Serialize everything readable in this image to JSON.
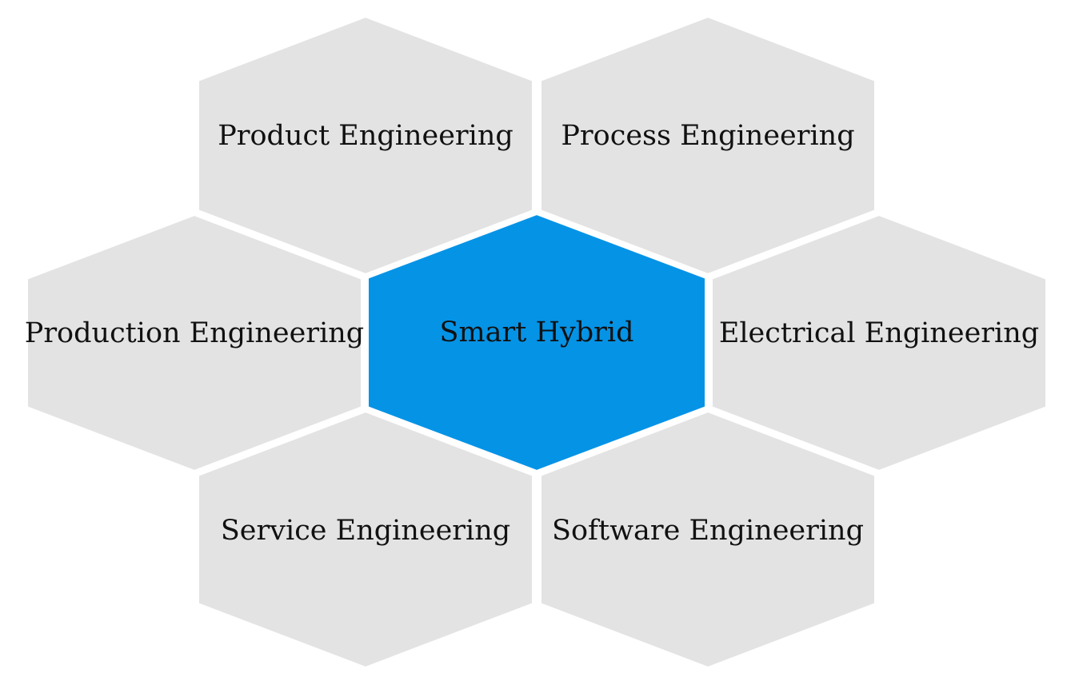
{
  "colors": {
    "outer_fill": "#e3e3e3",
    "center_fill": "#0593e6",
    "gap": "#ffffff",
    "text": "#111111"
  },
  "center": {
    "label": "Smart Hybrid"
  },
  "outer": [
    {
      "label": "Product Engineering"
    },
    {
      "label": "Process Engineering"
    },
    {
      "label": "Production Engineering"
    },
    {
      "label": "Electrical Engineering"
    },
    {
      "label": "Service Engineering"
    },
    {
      "label": "Software Engineering"
    }
  ]
}
